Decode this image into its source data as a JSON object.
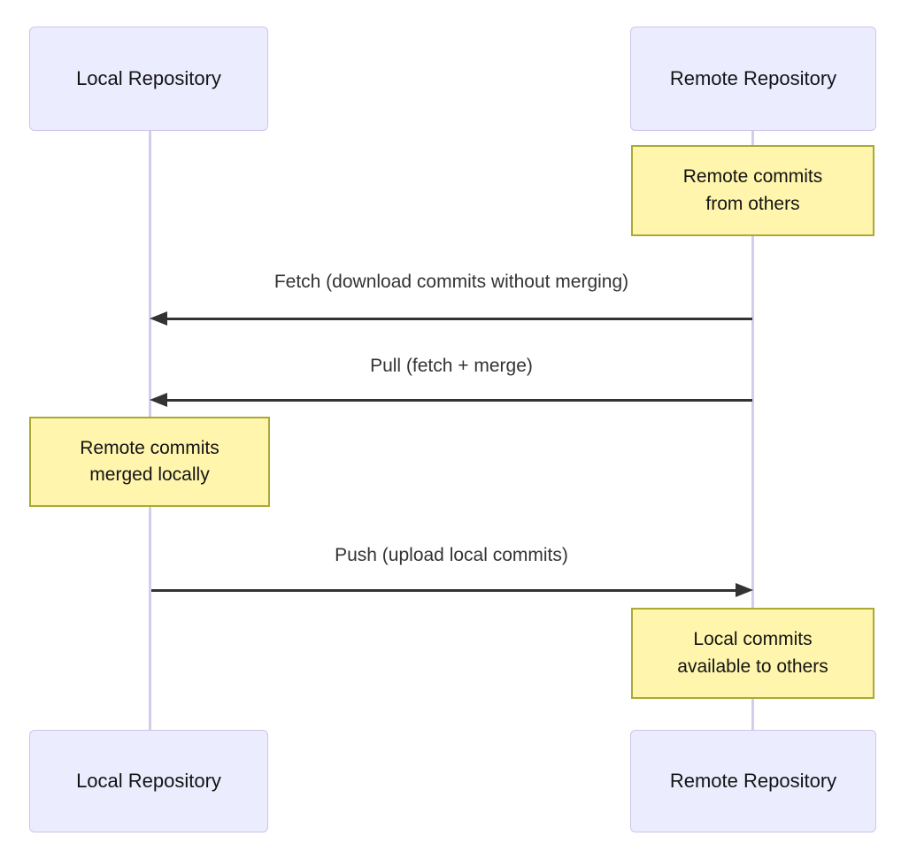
{
  "diagram": {
    "type": "sequence-diagram",
    "actors": {
      "local": "Local Repository",
      "remote": "Remote Repository"
    },
    "notes": [
      {
        "text": "Remote commits\nfrom others",
        "over": "remote"
      },
      {
        "text": "Remote commits\nmerged locally",
        "over": "local"
      },
      {
        "text": "Local commits\navailable to others",
        "over": "remote"
      }
    ],
    "messages": [
      {
        "label": "Fetch (download commits without merging)",
        "from": "remote",
        "to": "local",
        "style": "solid-arrow"
      },
      {
        "label": "Pull (fetch + merge)",
        "from": "remote",
        "to": "local",
        "style": "solid-arrow"
      },
      {
        "label": "Push (upload local commits)",
        "from": "local",
        "to": "remote",
        "style": "solid-arrow"
      }
    ],
    "colors": {
      "actor_fill": "#ECECFF",
      "actor_border": "#CFC4EA",
      "lifeline": "#D5CBEA",
      "note_fill": "#FFF5AD",
      "note_border": "#AAAA33",
      "arrow": "#333333",
      "text": "#141414",
      "message_text": "#333333",
      "background": "#FFFFFF"
    }
  }
}
